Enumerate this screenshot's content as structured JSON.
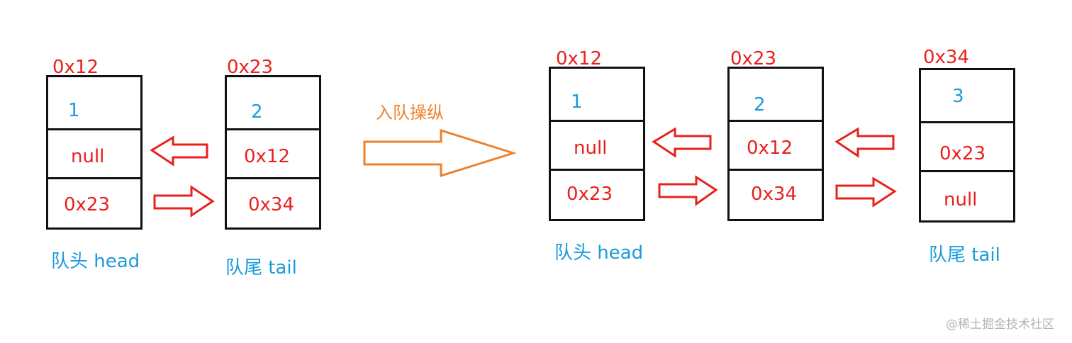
{
  "before": {
    "nodes": [
      {
        "addr": "0x12",
        "value": "1",
        "prev": "null",
        "next": "0x23"
      },
      {
        "addr": "0x23",
        "value": "2",
        "prev": "0x12",
        "next": "0x34"
      }
    ],
    "head_label": "队头 head",
    "tail_label": "队尾 tail"
  },
  "operation": {
    "label": "入队操纵",
    "color": "#f0802a"
  },
  "after": {
    "nodes": [
      {
        "addr": "0x12",
        "value": "1",
        "prev": "null",
        "next": "0x23"
      },
      {
        "addr": "0x23",
        "value": "2",
        "prev": "0x12",
        "next": "0x34"
      },
      {
        "addr": "0x34",
        "value": "3",
        "prev": "0x23",
        "next": "null"
      }
    ],
    "head_label": "队头 head",
    "tail_label": "队尾 tail"
  },
  "watermark": "@稀土掘金技术社区",
  "colors": {
    "address": "#e8211e",
    "data": "#1a9bdc",
    "arrow": "#e8211e",
    "border": "#111111"
  }
}
